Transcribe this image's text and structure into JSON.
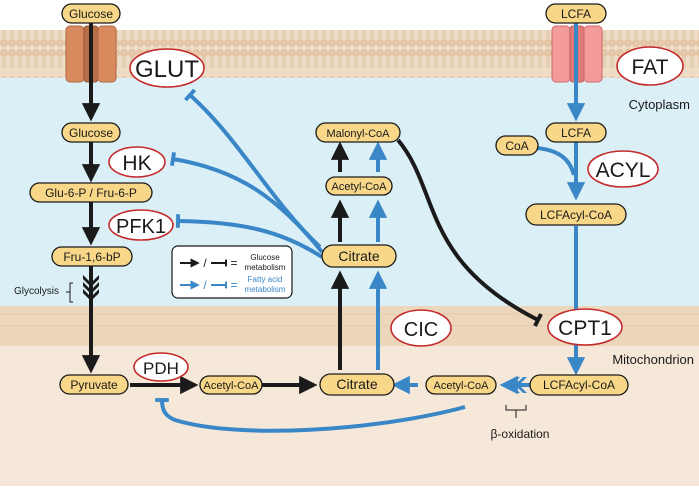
{
  "regions": {
    "cytoplasm": "Cytoplasm",
    "mitochondrion": "Mitochondrion"
  },
  "metabolites": {
    "glucose_out": "Glucose",
    "glucose_in": "Glucose",
    "glu6p": "Glu-6-P / Fru-6-P",
    "fru16bp": "Fru-1,6-bP",
    "pyruvate": "Pyruvate",
    "acetylcoa_mito": "Acetyl-CoA",
    "citrate_mito": "Citrate",
    "citrate_cyto": "Citrate",
    "acetylcoa_cyto": "Acetyl-CoA",
    "malonylcoa": "Malonyl-CoA",
    "lcfa_out": "LCFA",
    "lcfa_in": "LCFA",
    "coa": "CoA",
    "lcfacylcoa_cyto": "LCFAcyl-CoA",
    "lcfacylcoa_mito": "LCFAcyl-CoA",
    "acetylcoa_beta": "Acetyl-CoA"
  },
  "enzymes": {
    "glut": "GLUT",
    "hk": "HK",
    "pfk1": "PFK1",
    "pdh": "PDH",
    "cic": "CIC",
    "fat": "FAT",
    "acyl": "ACYL",
    "cpt1": "CPT1"
  },
  "process_labels": {
    "glycolysis": "Glycolysis",
    "beta_oxidation": "β-oxidation"
  },
  "legend": {
    "glucose_symbol": "/",
    "glucose_eq": "=",
    "glucose_line1": "Glucose",
    "glucose_line2": "metabolism",
    "fatty_symbol": "/",
    "fatty_eq": "=",
    "fatty_line1": "Fatty acid",
    "fatty_line2": "metabolism"
  },
  "colors": {
    "glucose_path": "#1a1a1a",
    "fatty_path": "#3a87c8",
    "node_fill": "#f8d788",
    "enzyme_ring": "#c42a2a",
    "cytoplasm": "#dbeff7",
    "mito_matrix": "#f6e8d8",
    "membrane": "#efdcc6"
  }
}
